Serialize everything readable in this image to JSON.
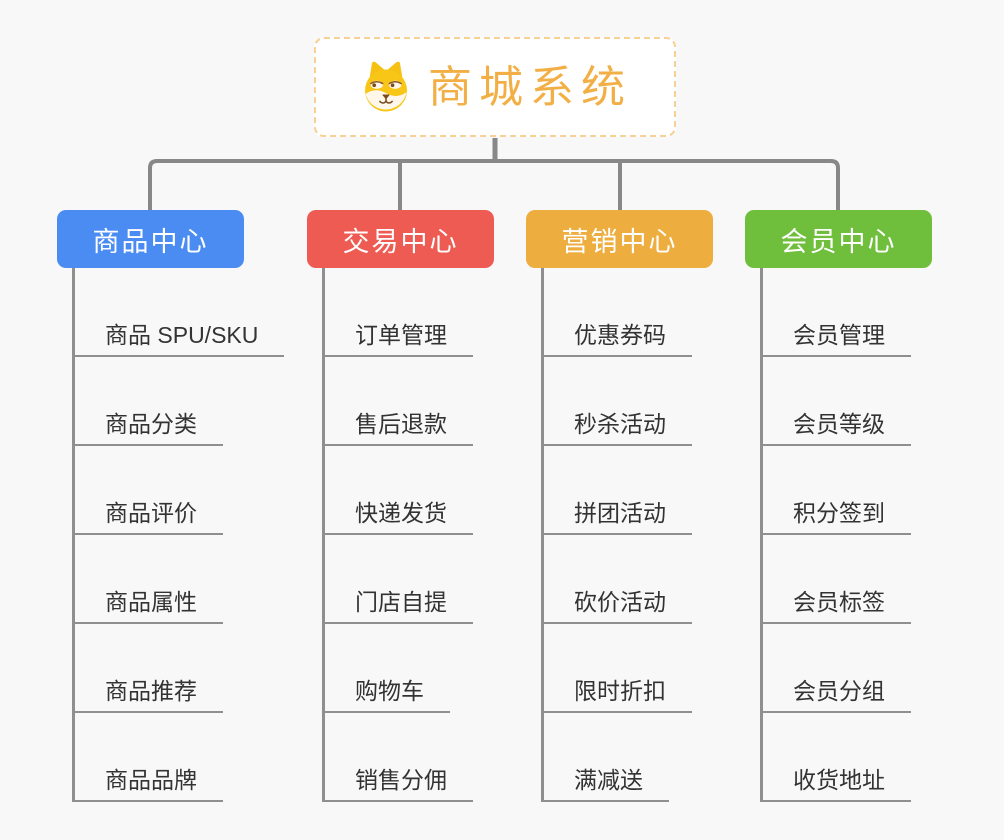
{
  "root": {
    "title": "商城系统",
    "icon": "shiba-dog-icon",
    "title_color": "#f2af45",
    "border_color": "#f6d095"
  },
  "branches": [
    {
      "label": "商品中心",
      "color": "#4a8cf2",
      "children": [
        "商品 SPU/SKU",
        "商品分类",
        "商品评价",
        "商品属性",
        "商品推荐",
        "商品品牌"
      ]
    },
    {
      "label": "交易中心",
      "color": "#ed5b52",
      "children": [
        "订单管理",
        "售后退款",
        "快递发货",
        "门店自提",
        "购物车",
        "销售分佣"
      ]
    },
    {
      "label": "营销中心",
      "color": "#eead3f",
      "children": [
        "优惠券码",
        "秒杀活动",
        "拼团活动",
        "砍价活动",
        "限时折扣",
        "满减送"
      ]
    },
    {
      "label": "会员中心",
      "color": "#6fbe3c",
      "children": [
        "会员管理",
        "会员等级",
        "积分签到",
        "会员标签",
        "会员分组",
        "收货地址"
      ]
    }
  ],
  "connector_color": "#888888",
  "leaf_text_color": "#333333",
  "background_color": "#f8f8f8"
}
